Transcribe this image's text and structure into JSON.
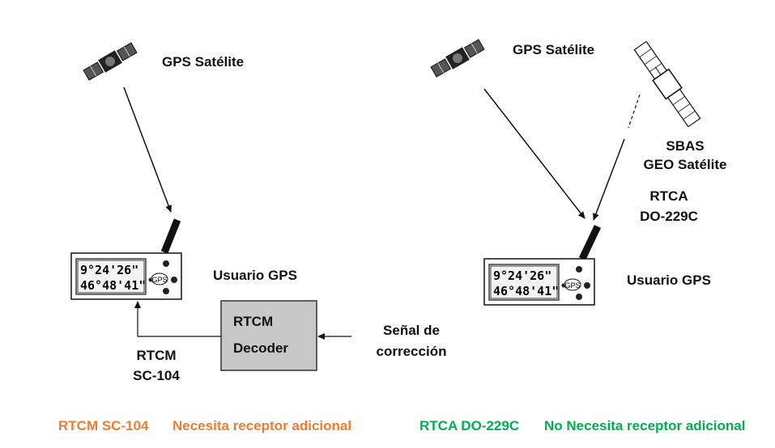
{
  "left": {
    "satellite_label": "GPS Satélite",
    "user_label": "Usuario GPS",
    "decoder_line1": "RTCM",
    "decoder_line2": "Decoder",
    "signal_line1": "Señal de",
    "signal_line2": "corrección",
    "standard_line1": "RTCM",
    "standard_line2": "SC-104",
    "display_line1": "9°24'26\"",
    "display_line2": "46°48'41\"",
    "gps_badge": "GPS"
  },
  "right": {
    "satellite_label": "GPS Satélite",
    "sbas_line1": "SBAS",
    "sbas_line2": "GEO Satélite",
    "rtca_line1": "RTCA",
    "rtca_line2": "DO-229C",
    "user_label": "Usuario GPS",
    "display_line1": "9°24'26\"",
    "display_line2": "46°48'41\"",
    "gps_badge": "GPS"
  },
  "footer": {
    "left_code": "RTCM  SC-104",
    "left_note": "Necesita receptor adicional",
    "left_color": "#ED7D31",
    "right_code": "RTCA  DO-229C",
    "right_note": "No Necesita receptor adicional",
    "right_color": "#00B050"
  }
}
